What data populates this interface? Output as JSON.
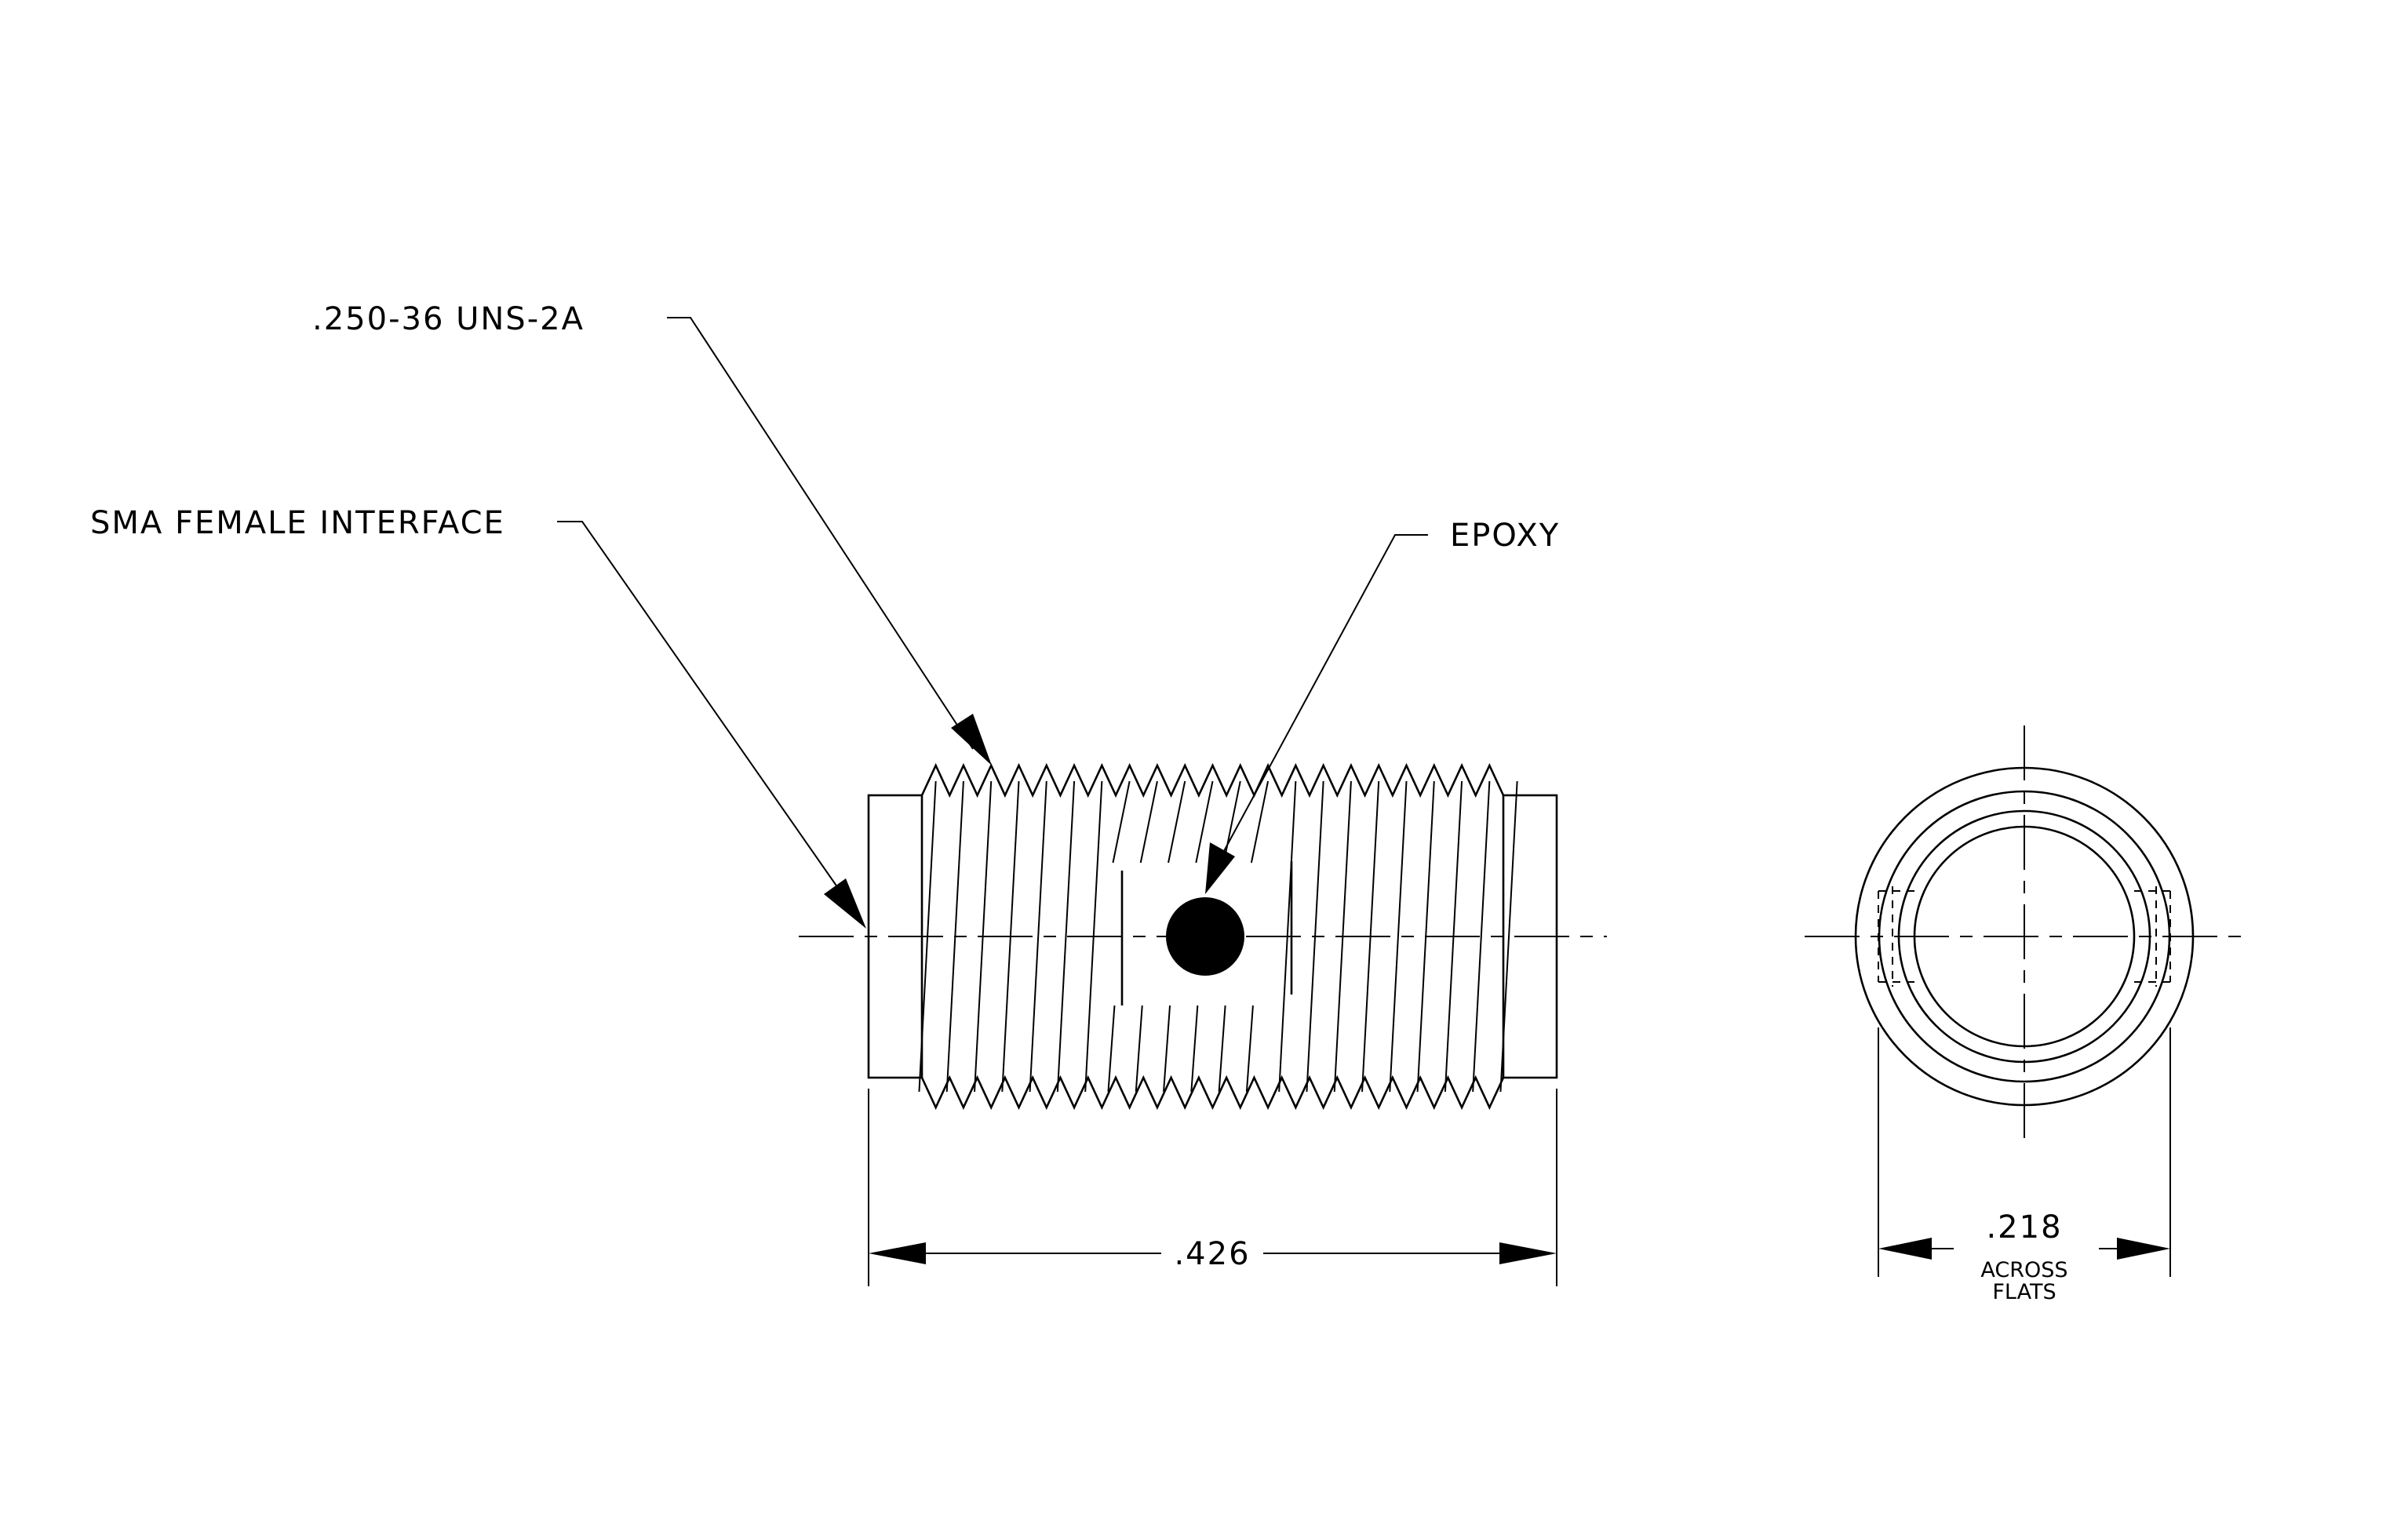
{
  "callouts": {
    "thread": ".250-36 UNS-2A",
    "interface": "SMA FEMALE INTERFACE",
    "epoxy": "EPOXY"
  },
  "dimensions": {
    "length": ".426",
    "across_flats_value": ".218",
    "across_flats_line1": "ACROSS",
    "across_flats_line2": "FLATS"
  }
}
